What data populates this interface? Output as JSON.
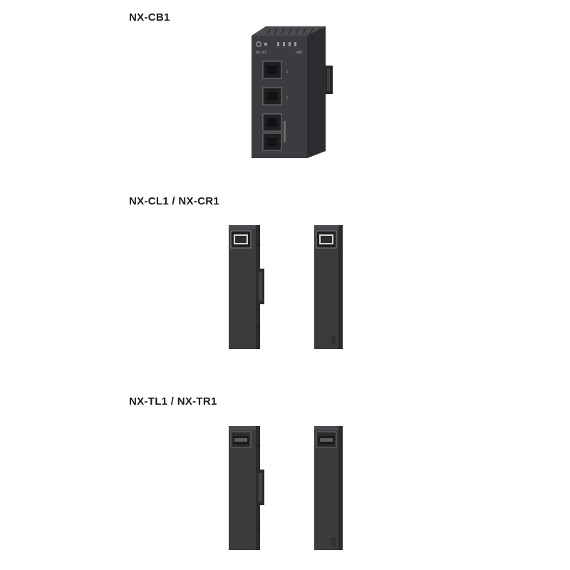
{
  "sections": [
    {
      "label": "NX-CB1"
    },
    {
      "label": "NX-CL1  /  NX-CR1"
    },
    {
      "label": "NX-TL1  /  NX-TR1"
    }
  ],
  "images": {
    "cb1": "NX-CB1 communication coupler unit with four RJ45 ports",
    "cl1": "NX-CL1 left module with RJ45 port",
    "cr1": "NX-CR1 right module with RJ45 port",
    "tl1": "NX-TL1 left terminal module",
    "tr1": "NX-TR1 right terminal module"
  },
  "colors": {
    "body": "#3a3b3d",
    "body_dark": "#2a2b2d",
    "highlight": "#5a5b5e",
    "text": "#1a1a1a"
  }
}
